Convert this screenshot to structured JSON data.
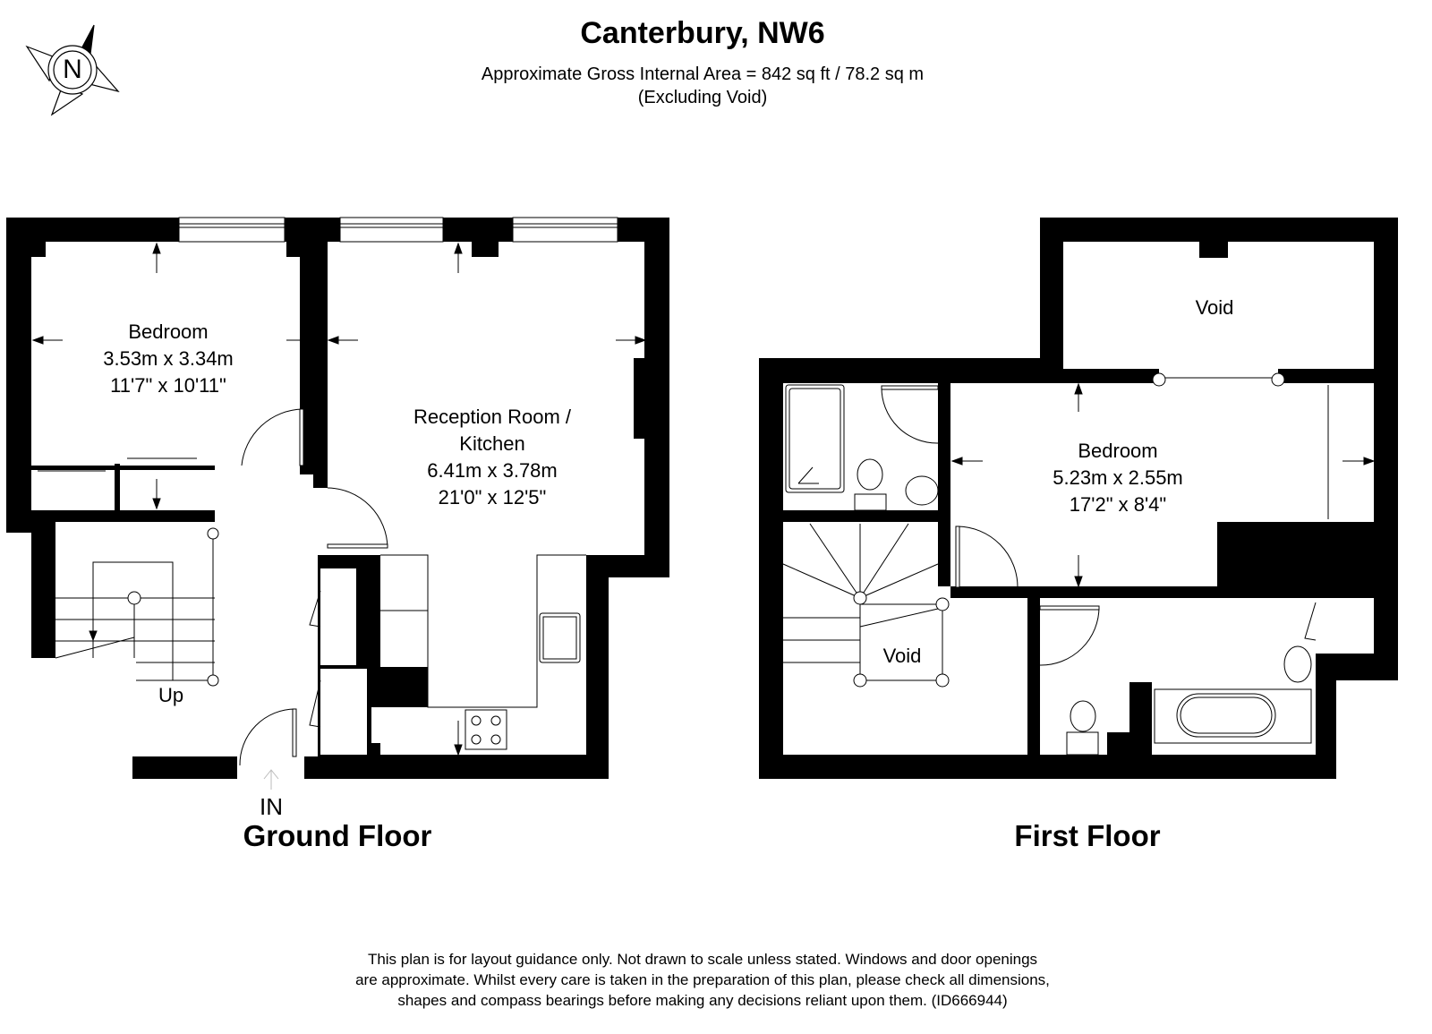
{
  "header": {
    "title": "Canterbury, NW6",
    "area": "Approximate Gross Internal Area = 842 sq ft / 78.2 sq m",
    "note": "(Excluding Void)"
  },
  "compass": {
    "label": "N"
  },
  "ground_floor": {
    "label": "Ground Floor",
    "bedroom": {
      "name": "Bedroom",
      "metric": "3.53m x 3.34m",
      "imperial": "11'7\" x 10'11\""
    },
    "reception": {
      "name": "Reception Room /",
      "name2": "Kitchen",
      "metric": "6.41m x 3.78m",
      "imperial": "21'0\" x 12'5\""
    },
    "stairs": "Up",
    "entrance": "IN"
  },
  "first_floor": {
    "label": "First Floor",
    "void_top": "Void",
    "void_stairs": "Void",
    "bedroom": {
      "name": "Bedroom",
      "metric": "5.23m x 2.55m",
      "imperial": "17'2\" x 8'4\""
    }
  },
  "disclaimer": {
    "line1": "This plan is for layout guidance only. Not drawn to scale unless stated. Windows and door openings",
    "line2": "are approximate. Whilst every care is taken in the preparation of this plan, please check all dimensions,",
    "line3": "shapes and compass bearings before making any decisions reliant upon them. (ID666944)"
  }
}
